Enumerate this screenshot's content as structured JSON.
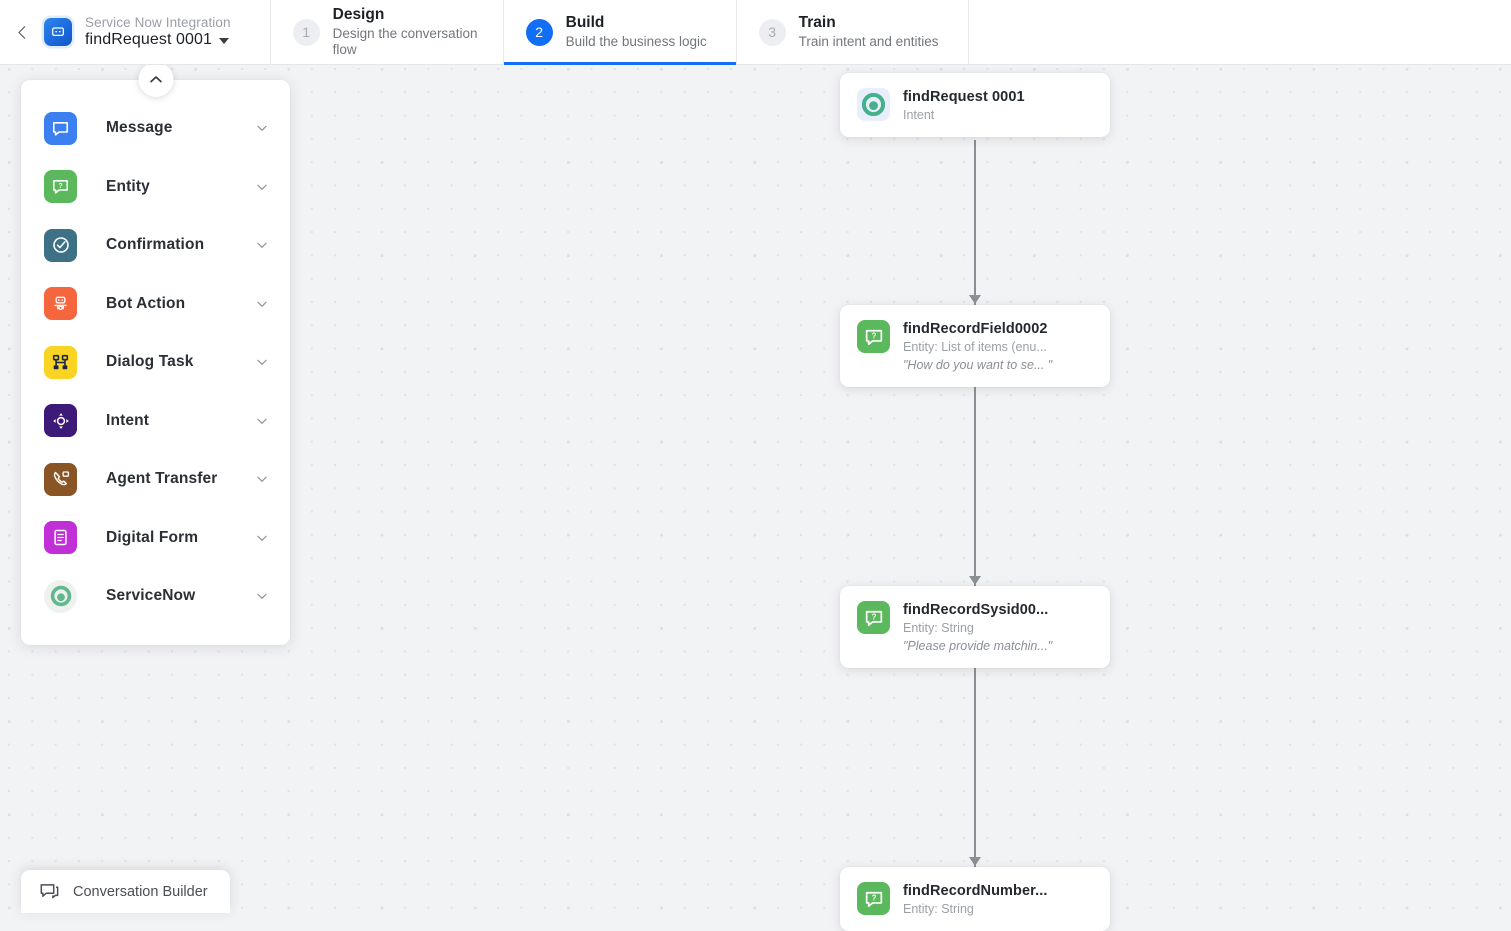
{
  "header": {
    "back_icon": "chevron-left-icon",
    "logo_icon": "bot-logo-icon",
    "breadcrumb_parent": "Service Now Integration",
    "title": "findRequest 0001",
    "title_caret_icon": "caret-down-icon",
    "steps": [
      {
        "num": "1",
        "label": "Design",
        "desc": "Design the conversation flow",
        "active": false
      },
      {
        "num": "2",
        "label": "Build",
        "desc": "Build the business logic",
        "active": true
      },
      {
        "num": "3",
        "label": "Train",
        "desc": "Train intent and entities",
        "active": false
      }
    ]
  },
  "panel": {
    "collapse_icon": "chevron-up-icon",
    "items": [
      {
        "label": "Message",
        "icon": "message-icon",
        "color": "#3b7ff0",
        "chevron": "chevron-down-icon"
      },
      {
        "label": "Entity",
        "icon": "entity-icon",
        "color": "#5cb85c",
        "chevron": "chevron-down-icon"
      },
      {
        "label": "Confirmation",
        "icon": "confirmation-icon",
        "color": "#3e7186",
        "chevron": "chevron-down-icon"
      },
      {
        "label": "Bot Action",
        "icon": "bot-action-icon",
        "color": "#f5663f",
        "chevron": "chevron-down-icon"
      },
      {
        "label": "Dialog Task",
        "icon": "dialog-task-icon",
        "color": "#f9d423",
        "chevron": "chevron-down-icon"
      },
      {
        "label": "Intent",
        "icon": "intent-icon",
        "color": "#3d1a78",
        "chevron": "chevron-down-icon"
      },
      {
        "label": "Agent Transfer",
        "icon": "agent-transfer-icon",
        "color": "#8a5524",
        "chevron": "chevron-down-icon"
      },
      {
        "label": "Digital Form",
        "icon": "digital-form-icon",
        "color": "#c12fd6",
        "chevron": "chevron-down-icon"
      },
      {
        "label": "ServiceNow",
        "icon": "servicenow-icon",
        "color": "#eef2ef",
        "chevron": "chevron-down-icon"
      }
    ]
  },
  "flow": {
    "nodes": [
      {
        "title": "findRequest 0001",
        "subtitle": "Intent",
        "quote": "",
        "icon": "servicenow-icon",
        "icon_bg": "#e8eefb"
      },
      {
        "title": "findRecordField0002",
        "subtitle": "Entity: List of items (enu...",
        "quote": "\"How do you want to se... \"",
        "icon": "entity-icon",
        "icon_bg": "#5cb85c"
      },
      {
        "title": "findRecordSysid00...",
        "subtitle": "Entity: String",
        "quote": "\"Please provide matchin...\"",
        "icon": "entity-icon",
        "icon_bg": "#5cb85c"
      },
      {
        "title": "findRecordNumber...",
        "subtitle": "Entity: String",
        "quote": "",
        "icon": "entity-icon",
        "icon_bg": "#5cb85c"
      }
    ]
  },
  "footer": {
    "conversation_builder_label": "Conversation Builder",
    "conversation_builder_icon": "chat-bubble-icon"
  },
  "colors": {
    "accent": "#116ef5",
    "canvas_bg": "#f2f3f5",
    "connector": "#8c9096"
  }
}
